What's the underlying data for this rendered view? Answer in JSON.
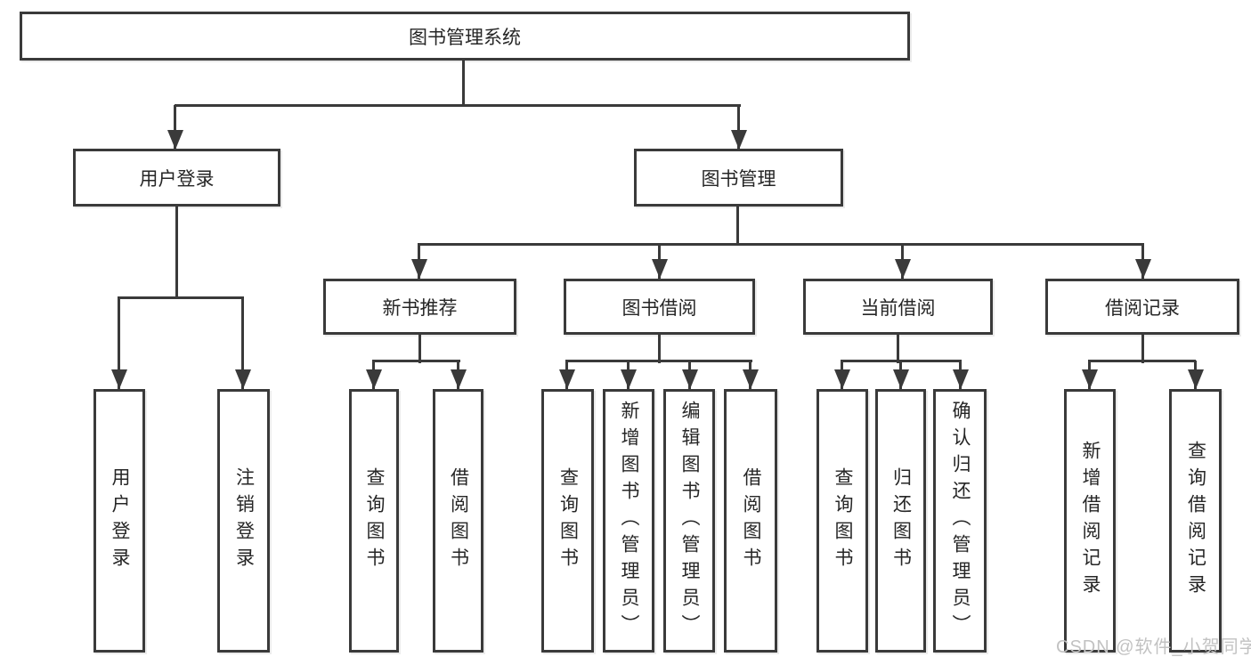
{
  "diagram": {
    "type": "tree",
    "root": {
      "label": "图书管理系统"
    },
    "level1": {
      "user_login": {
        "label": "用户登录"
      },
      "book_mgmt": {
        "label": "图书管理"
      }
    },
    "level2": {
      "new_book_recommend": {
        "label": "新书推荐",
        "parent": "图书管理"
      },
      "book_borrow": {
        "label": "图书借阅",
        "parent": "图书管理"
      },
      "current_borrow": {
        "label": "当前借阅",
        "parent": "图书管理"
      },
      "borrow_records": {
        "label": "借阅记录",
        "parent": "图书管理"
      }
    },
    "leaves": {
      "user_login_leaf": {
        "label": "用户登录",
        "parent": "用户登录"
      },
      "logout_leaf": {
        "label": "注销登录",
        "parent": "用户登录"
      },
      "query_book_1": {
        "label": "查询图书",
        "parent": "新书推荐"
      },
      "borrow_book_1": {
        "label": "借阅图书",
        "parent": "新书推荐"
      },
      "query_book_2": {
        "label": "查询图书",
        "parent": "图书借阅"
      },
      "add_book": {
        "label": "新增图书（管理员）",
        "parent": "图书借阅"
      },
      "edit_book": {
        "label": "编辑图书（管理员）",
        "parent": "图书借阅"
      },
      "borrow_book_2": {
        "label": "借阅图书",
        "parent": "图书借阅"
      },
      "query_book_3": {
        "label": "查询图书",
        "parent": "当前借阅"
      },
      "return_book": {
        "label": "归还图书",
        "parent": "当前借阅"
      },
      "confirm_return": {
        "label": "确认归还（管理员）",
        "parent": "当前借阅"
      },
      "add_borrow_record": {
        "label": "新增借阅记录",
        "parent": "借阅记录"
      },
      "query_borrow_record": {
        "label": "查询借阅记录",
        "parent": "借阅记录"
      }
    }
  },
  "watermark": {
    "text": "CSDN @软件_小贺同学"
  },
  "colors": {
    "line": "#3a3a3a",
    "text": "#262626",
    "background": "#ffffff",
    "watermark": "#c2c2c2"
  }
}
